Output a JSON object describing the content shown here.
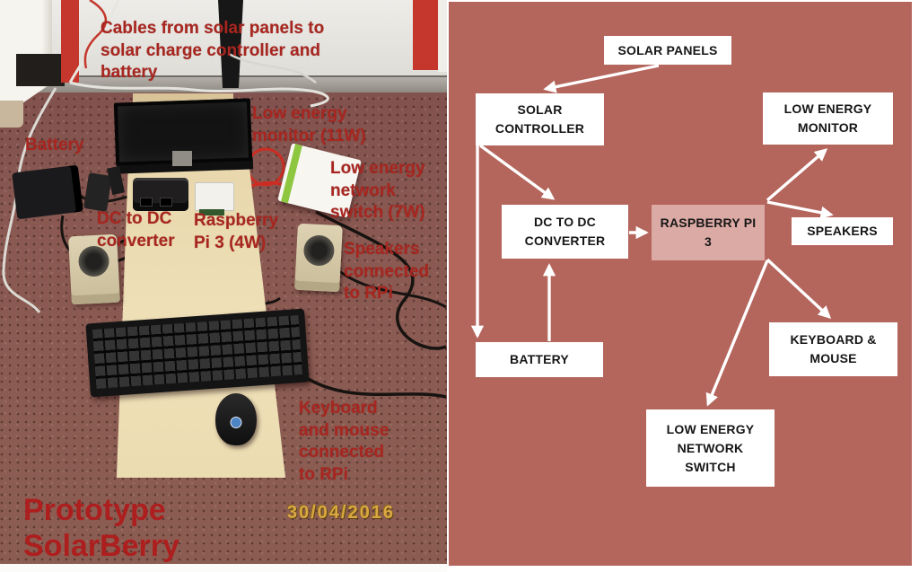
{
  "photo": {
    "annotations": {
      "cables": "Cables from solar panels to solar charge controller and battery",
      "battery": "Battery",
      "low_energy_monitor": "Low energy monitor (11W)",
      "network_switch": "Low energy network switch (7W)",
      "dc_converter": "DC to DC converter",
      "raspberry_pi": "Raspberry Pi 3 (4W)",
      "speakers": "Speakers connected to RPi",
      "keyboard_mouse": "Keyboard and mouse connected to RPi",
      "caption": "Prototype SolarBerry",
      "datestamp": "30/04/2016"
    },
    "colors": {
      "annotation_red": "#a82620",
      "caption_red": "#ad1e1e",
      "datestamp_orange": "#dba843",
      "carpet": "#86544f"
    }
  },
  "diagram": {
    "background": "#b4655c",
    "node_fill": "#ffffff",
    "raspberry_fill": "#dcaaa5",
    "arrow_color": "#ffffff",
    "nodes": [
      {
        "id": "solar-panels",
        "label": "SOLAR PANELS"
      },
      {
        "id": "solar-controller",
        "label": "SOLAR CONTROLLER"
      },
      {
        "id": "low-energy-monitor",
        "label": "LOW ENERGY MONITOR"
      },
      {
        "id": "dc-to-dc-converter",
        "label": "DC TO DC CONVERTER"
      },
      {
        "id": "raspberry-pi-3",
        "label": "RASPBERRY PI 3"
      },
      {
        "id": "speakers",
        "label": "SPEAKERS"
      },
      {
        "id": "battery",
        "label": "BATTERY"
      },
      {
        "id": "keyboard-mouse",
        "label": "KEYBOARD & MOUSE"
      },
      {
        "id": "network-switch",
        "label": "LOW ENERGY NETWORK SWITCH"
      }
    ],
    "edges": [
      {
        "from": "solar-panels",
        "to": "solar-controller"
      },
      {
        "from": "solar-controller",
        "to": "dc-to-dc-converter"
      },
      {
        "from": "solar-controller",
        "to": "battery"
      },
      {
        "from": "battery",
        "to": "dc-to-dc-converter"
      },
      {
        "from": "dc-to-dc-converter",
        "to": "raspberry-pi-3"
      },
      {
        "from": "raspberry-pi-3",
        "to": "low-energy-monitor"
      },
      {
        "from": "raspberry-pi-3",
        "to": "speakers"
      },
      {
        "from": "raspberry-pi-3",
        "to": "keyboard-mouse"
      },
      {
        "from": "raspberry-pi-3",
        "to": "network-switch"
      }
    ]
  }
}
